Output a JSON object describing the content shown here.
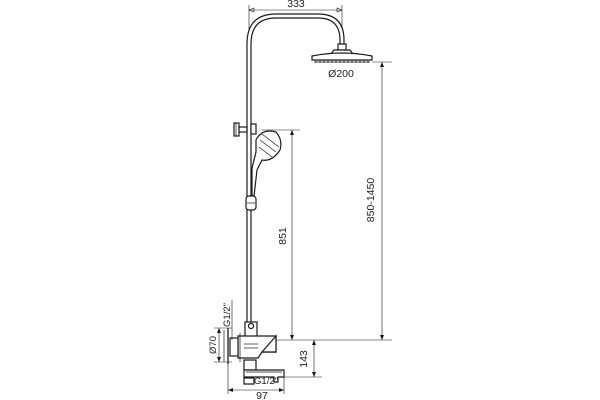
{
  "dimensions": {
    "arm_reach": "333",
    "head_diameter": "Ø200",
    "height_range": "850-1450",
    "hand_shower_height": "851",
    "spout_height": "143",
    "spout_projection": "97",
    "body_diameter": "Ø70",
    "thread_inlet": "G1/2\"",
    "thread_outlet": "G1/2\""
  }
}
